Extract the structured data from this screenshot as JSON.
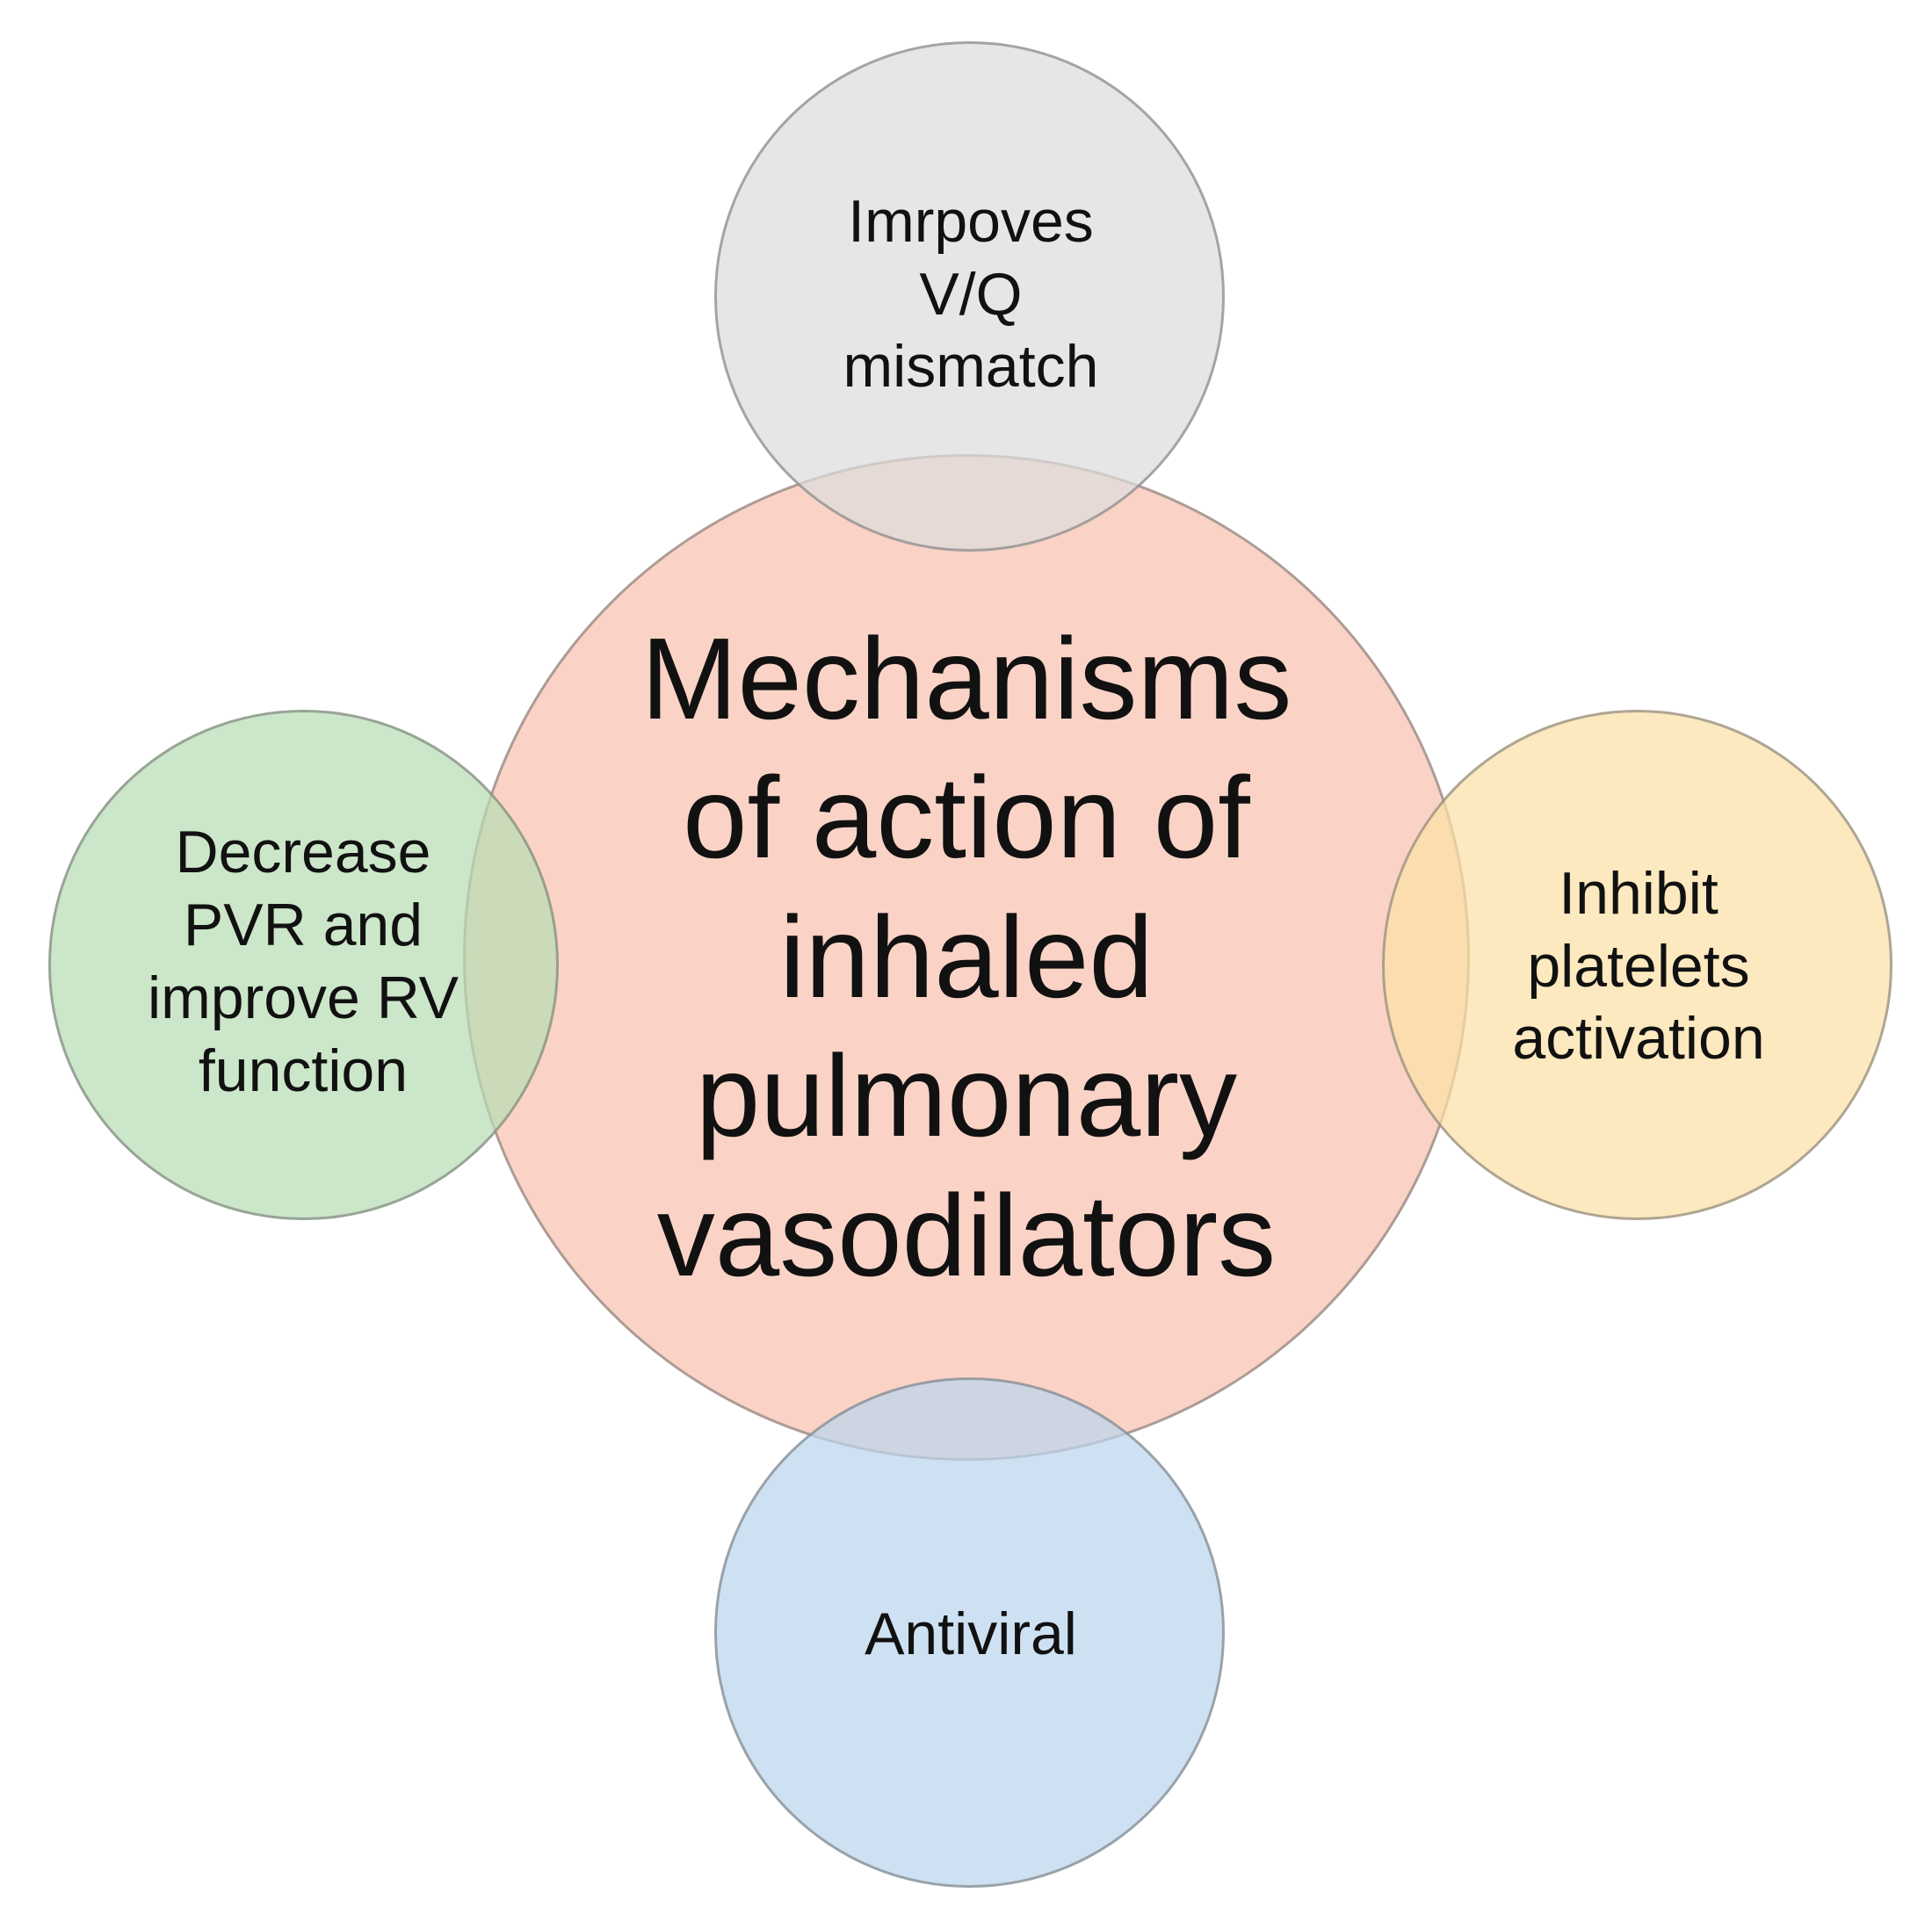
{
  "diagram": {
    "center": {
      "text": "Mechanisms\nof action of\ninhaled\npulmonary\nvasodilators",
      "color": "#F9CBBC"
    },
    "nodes": [
      {
        "id": "top",
        "text": "Imrpoves\nV/Q\nmismatch",
        "color": "#DCDCDC"
      },
      {
        "id": "left",
        "text": "Decrease\nPVR and\nimprove RV\nfunction",
        "color": "#B9DDB4"
      },
      {
        "id": "right",
        "text": "Inhibit\nplatelets\nactivation",
        "color": "#FBE0A6"
      },
      {
        "id": "bottom",
        "text": "Antiviral",
        "color": "#BBD6EE"
      }
    ]
  }
}
